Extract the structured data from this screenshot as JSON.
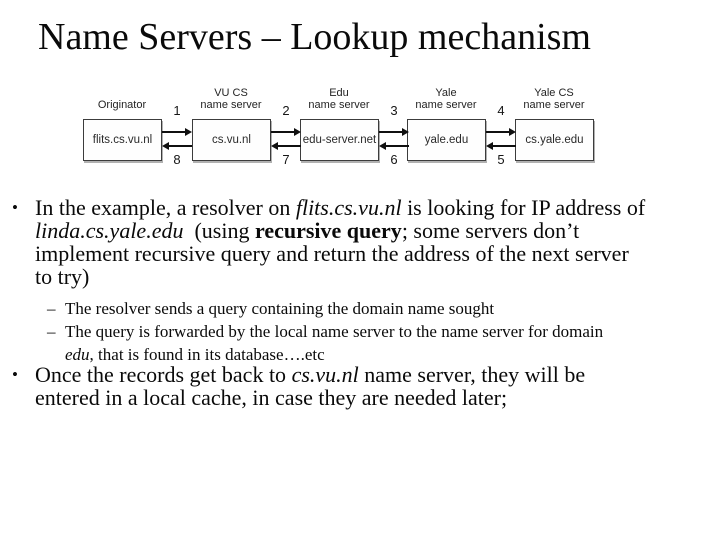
{
  "title": "Name Servers – Lookup mechanism",
  "colors": {
    "background": "#ffffff",
    "text": "#0a0a0a",
    "diagram_line": "#101010",
    "box_shadow": "#878787"
  },
  "diagram": {
    "nodes": [
      {
        "label": "Originator",
        "box": "flits.cs.vu.nl"
      },
      {
        "label": "VU CS\nname server",
        "box": "cs.vu.nl"
      },
      {
        "label": "Edu\nname server",
        "box": "edu-server.net"
      },
      {
        "label": "Yale\nname server",
        "box": "yale.edu"
      },
      {
        "label": "Yale CS\nname server",
        "box": "cs.yale.edu"
      }
    ],
    "links": [
      {
        "forward_step": "1",
        "back_step": "8"
      },
      {
        "forward_step": "2",
        "back_step": "7"
      },
      {
        "forward_step": "3",
        "back_step": "6"
      },
      {
        "forward_step": "4",
        "back_step": "5"
      }
    ]
  },
  "bullets": [
    {
      "level": 1,
      "marker": "•",
      "lines": [
        [
          {
            "t": "In the example, a resolver on "
          },
          {
            "t": "flits.cs.vu.nl",
            "s": "i"
          },
          {
            "t": " is looking for IP address of"
          }
        ],
        [
          {
            "t": "linda.cs.yale.edu",
            "s": "i"
          },
          {
            "t": "  (using "
          },
          {
            "t": "recursive query",
            "s": "b"
          },
          {
            "t": "; some servers don’t"
          }
        ],
        [
          {
            "t": "implement recursive query and return the address of the next server"
          }
        ],
        [
          {
            "t": "to try)"
          }
        ]
      ]
    },
    {
      "level": 2,
      "marker": "–",
      "lines": [
        [
          {
            "t": "The resolver sends a query containing the domain name sought"
          }
        ]
      ]
    },
    {
      "level": 2,
      "marker": "–",
      "lines": [
        [
          {
            "t": "The query is forwarded by the local name server to the name server for domain"
          }
        ],
        [
          {
            "t": "edu",
            "s": "i"
          },
          {
            "t": ", that is found in its database….etc"
          }
        ]
      ]
    },
    {
      "level": 1,
      "marker": "•",
      "lines": [
        [
          {
            "t": "Once the records get back to "
          },
          {
            "t": "cs.vu.nl",
            "s": "i"
          },
          {
            "t": " name server, they will be"
          }
        ],
        [
          {
            "t": "entered in a local cache, in case they are needed later;"
          }
        ]
      ]
    }
  ]
}
